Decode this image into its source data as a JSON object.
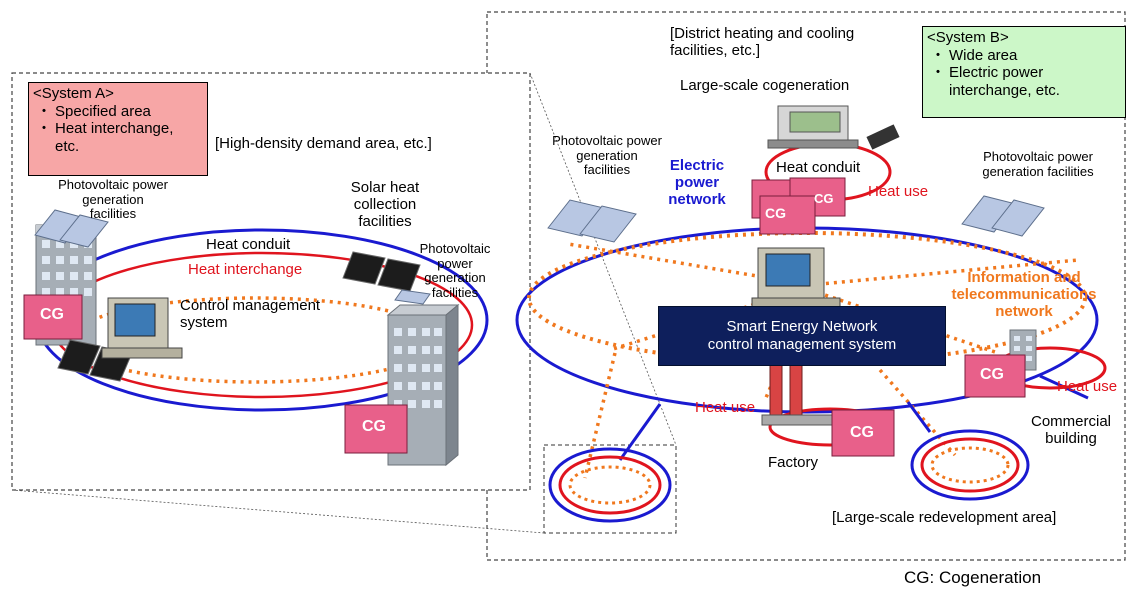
{
  "system_a": {
    "title": "<System A>",
    "bullet": "・",
    "items": [
      "Specified area",
      "Heat interchange, etc."
    ],
    "area_label": "[High-density demand area, etc.]",
    "pv_left": "Photovoltaic power generation facilities",
    "pv_right": "Photovoltaic power generation facilities",
    "solar_heat": "Solar heat collection facilities",
    "heat_conduit": "Heat conduit",
    "heat_interchange": "Heat interchange",
    "control": "Control management system",
    "cg": "CG"
  },
  "system_b": {
    "title": "<System B>",
    "bullet": "・",
    "items": [
      "Wide area",
      "Electric power interchange, etc."
    ],
    "district": "[District heating and cooling facilities, etc.]",
    "large_cogen": "Large-scale cogeneration",
    "pv_left": "Photovoltaic power generation facilities",
    "pv_right": "Photovoltaic power generation facilities",
    "electric_network": "Electric power network",
    "heat_conduit": "Heat conduit",
    "heat_use_top": "Heat use",
    "heat_use_right": "Heat use",
    "heat_use_factory": "Heat use",
    "info_network": "Information and telecommunications network",
    "smart_system_line1": "Smart Energy Network",
    "smart_system_line2": "control management system",
    "commercial": "Commercial building",
    "factory": "Factory",
    "redevelopment": "[Large-scale redevelopment area]",
    "cg": "CG"
  },
  "footnote": "CG: Cogeneration",
  "colors": {
    "electric": "#1a1ad0",
    "heat": "#e0141e",
    "info": "#f0781e",
    "cg_unit": "#e8608a",
    "smart_box": "#0e1f5c"
  }
}
